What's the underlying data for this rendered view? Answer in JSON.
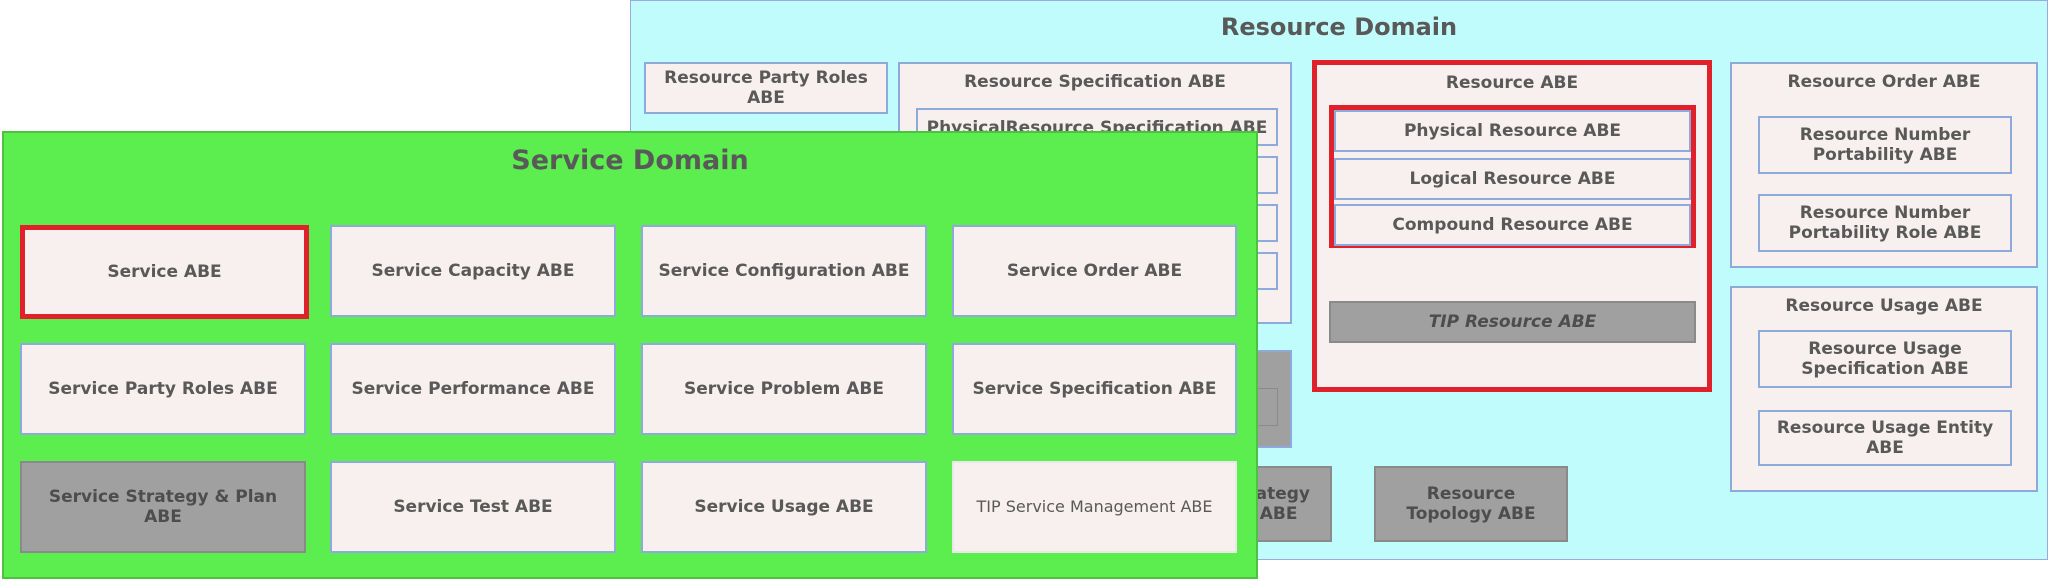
{
  "resource_domain": {
    "title": "Resource Domain",
    "party_roles": "Resource Party Roles ABE",
    "specification": {
      "title": "Resource Specification ABE",
      "first_item": "PhysicalResource Specification ABE"
    },
    "resource_abe": {
      "title": "Resource ABE",
      "items": [
        "Physical Resource ABE",
        "Logical Resource ABE",
        "Compound Resource ABE"
      ],
      "tip": "TIP Resource ABE"
    },
    "order": {
      "title": "Resource Order ABE",
      "items": [
        "Resource Number Portability ABE",
        "Resource Number Portability Role ABE"
      ]
    },
    "usage": {
      "title": "Resource Usage ABE",
      "items": [
        "Resource Usage Specification ABE",
        "Resource Usage Entity ABE"
      ]
    },
    "strategy_partial": "rategy\nABE",
    "topology": "Resource Topology ABE"
  },
  "service_domain": {
    "title": "Service Domain",
    "boxes": [
      "Service ABE",
      "Service Capacity ABE",
      "Service Configuration ABE",
      "Service Order ABE",
      "Service Party Roles ABE",
      "Service Performance ABE",
      "Service Problem ABE",
      "Service Specification ABE",
      "Service Strategy & Plan ABE",
      "Service Test ABE",
      "Service Usage ABE",
      "TIP Service Management ABE"
    ]
  },
  "colors": {
    "resource_domain_bg": "#c0fcfc",
    "service_domain_bg": "#5ced4f",
    "highlight": "#e0202a",
    "box_bg": "#f8f0ee",
    "gray_box": "#a0a0a0"
  }
}
